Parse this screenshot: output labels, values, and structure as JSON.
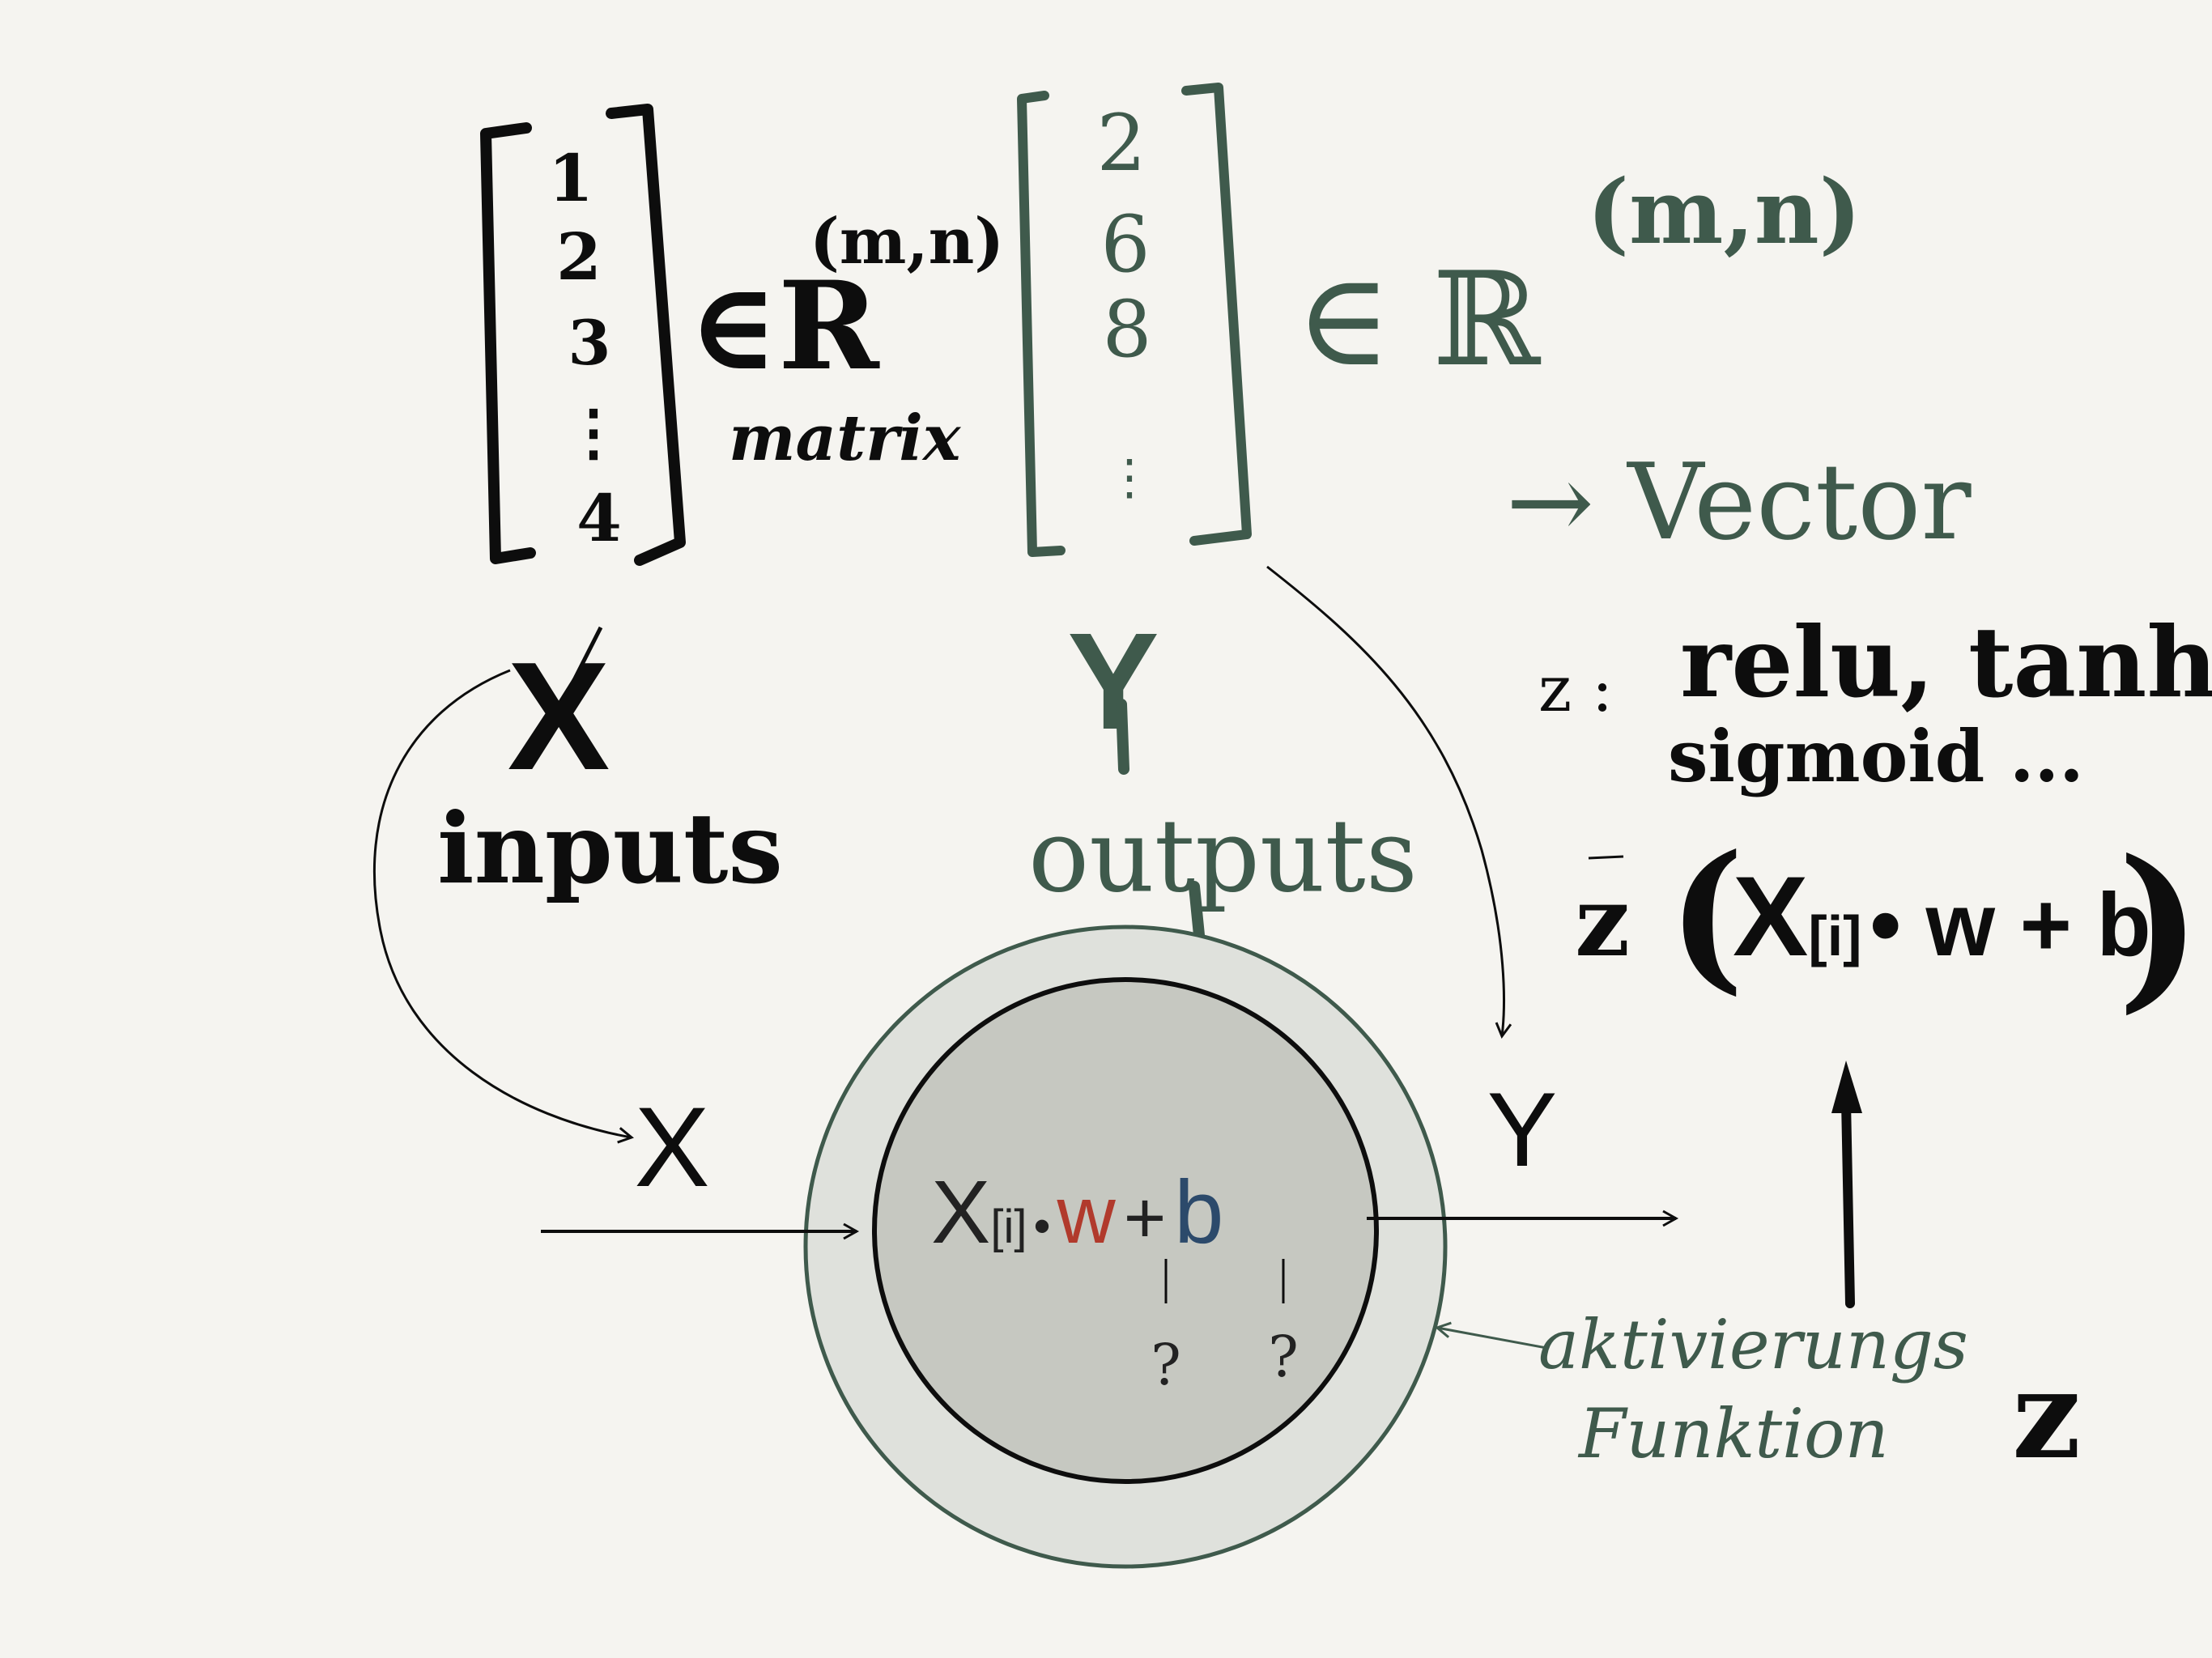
{
  "colors": {
    "background": "#f5f4f0",
    "ink_black": "#0d0d0d",
    "ink_green": "#3f5a4c",
    "outer_circle_fill": "#dfe1dc",
    "inner_circle_fill": "#c6c8c1",
    "weight_red": "#b13a2c",
    "bias_blue": "#2c4a6b"
  },
  "x_matrix": {
    "entries": [
      "1",
      "2",
      "3",
      "⋮",
      "4"
    ],
    "membership": "∈R",
    "superscript": "(m,n)",
    "label": "matrix"
  },
  "y_vector": {
    "entries": [
      "2",
      "6",
      "8",
      "⋮"
    ],
    "membership": "∈ ℝ",
    "superscript": "(m,n)",
    "arrow_label": "→ Vector"
  },
  "labels": {
    "x_symbol": "X",
    "inputs": "inputs",
    "y_symbol": "Y",
    "outputs": "outputs",
    "x_small": "X",
    "y_small": "Y",
    "activation_line1": "aktivierungs",
    "activation_line2": "Funktion",
    "z_symbol": "z"
  },
  "neuron": {
    "x_part": "X",
    "index_part": "[i]",
    "dot": "•",
    "weight": "w",
    "plus": "+",
    "bias": "b",
    "weight_unknown": "?",
    "bias_unknown": "?"
  },
  "activation_functions": {
    "prefix": "z :",
    "line1": "relu, tanh,",
    "line2": "sigmoid ..."
  },
  "formula": {
    "func": "z",
    "open_paren": "(",
    "x_part": "X",
    "index_part": "[i]",
    "rest": "• w + b",
    "close_paren": ")"
  }
}
